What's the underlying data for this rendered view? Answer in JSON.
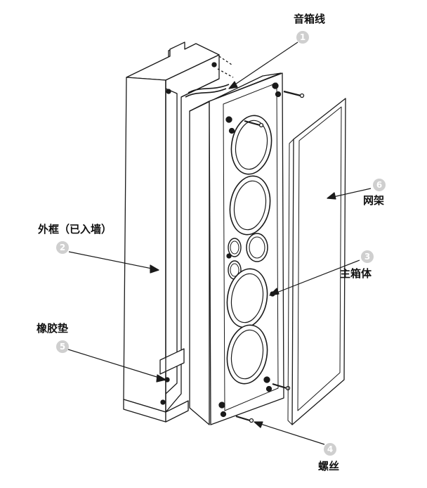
{
  "callouts": [
    {
      "n": "1",
      "label": "音箱线"
    },
    {
      "n": "2",
      "label": "外框（已入墙）"
    },
    {
      "n": "3",
      "label": "主箱体"
    },
    {
      "n": "4",
      "label": "螺丝"
    },
    {
      "n": "5",
      "label": "橡胶垫"
    },
    {
      "n": "6",
      "label": "网架"
    }
  ],
  "colors": {
    "line": "#1a1a1a",
    "badge": "#cfcfcf",
    "panel": "#ffffff"
  }
}
